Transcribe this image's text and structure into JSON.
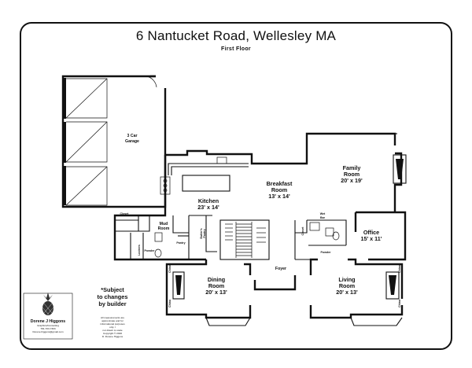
{
  "header": {
    "title": "6 Nantucket Road, Wellesley MA",
    "floor": "First Floor"
  },
  "rooms": {
    "garage": {
      "name": "3 Car",
      "name2": "Garage"
    },
    "kitchen": {
      "name": "Kitchen",
      "dims": "23' x 14'"
    },
    "breakfast": {
      "name": "Breakfast",
      "name2": "Room",
      "dims": "13' x 14'"
    },
    "family": {
      "name": "Family",
      "name2": "Room",
      "dims": "20' x 19'"
    },
    "office": {
      "name": "Office",
      "dims": "15' x 11'"
    },
    "dining": {
      "name": "Dining",
      "name2": "Room",
      "dims": "20' x 13'"
    },
    "living": {
      "name": "Living",
      "name2": "Room",
      "dims": "20' x 13'"
    },
    "mud": {
      "name": "Mud",
      "name2": "Room"
    },
    "closet_left": "Closet",
    "closet_right": "Closet",
    "powder_left": "Powder",
    "powder_right": "Powder",
    "pantry": "Pantry",
    "butlers": "Butler's",
    "pantry2": "Pantry",
    "wetbar": "Wet",
    "wetbar2": "Bar",
    "foyer": "Foyer",
    "lockers": "Lockers",
    "china_top_left": "China",
    "china_bottom_left": "China",
    "china_top_right": "China",
    "china_bottom_right": "China"
  },
  "note": {
    "line1": "*Subject",
    "line2": "to changes",
    "line3": "by builder"
  },
  "credit": {
    "name": "Dorene J Higgons",
    "line2": "Graphics/Consulting",
    "line3": "781-703-7303",
    "line4": "Dorene.higgons@gmail.com"
  },
  "disclaimer": {
    "l1": "All measurements are",
    "l2": "approximate and for",
    "l3": "informational purposes",
    "l4": "only. I",
    "l5": "not drawn to scale",
    "l6": "Copyright © 2020",
    "l7": "D. Dorene Higgons"
  }
}
